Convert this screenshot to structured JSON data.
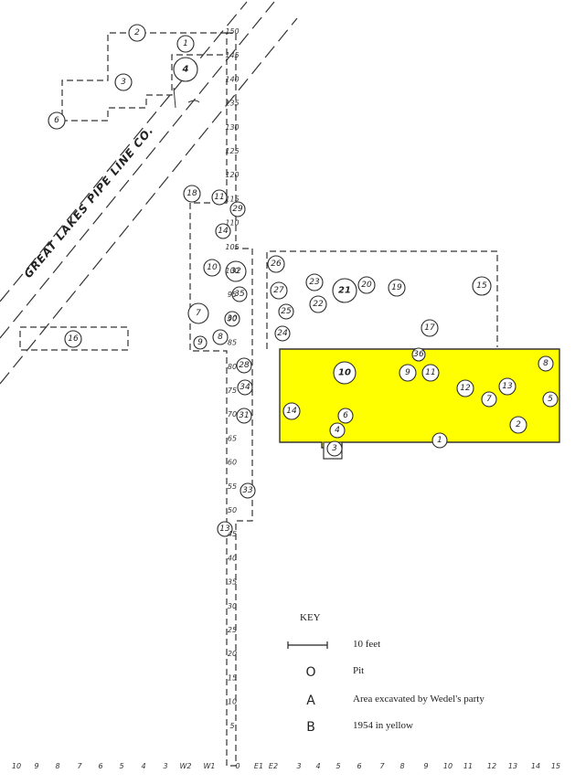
{
  "pipeline_label": "GREAT LAKES PIPE LINE CO.",
  "north_ticks": [
    "5",
    "10",
    "15",
    "20",
    "25",
    "30",
    "35",
    "40",
    "45",
    "50",
    "55",
    "60",
    "65",
    "70",
    "75",
    "80",
    "85",
    "90",
    "95",
    "100",
    "105",
    "110",
    "115",
    "120",
    "125",
    "130",
    "135",
    "140",
    "145",
    "150"
  ],
  "bottom_axis": [
    "10",
    "9",
    "8",
    "7",
    "6",
    "5",
    "4",
    "3",
    "W2",
    "W1",
    "0",
    "E1",
    "E2",
    "3",
    "4",
    "5",
    "6",
    "7",
    "8",
    "9",
    "10",
    "11",
    "12",
    "13",
    "14",
    "15"
  ],
  "pits": [
    {
      "label": "2"
    },
    {
      "label": "1"
    },
    {
      "label": "4"
    },
    {
      "label": "3"
    },
    {
      "label": "6"
    },
    {
      "label": "18"
    },
    {
      "label": "11"
    },
    {
      "label": "29"
    },
    {
      "label": "14"
    },
    {
      "label": "10"
    },
    {
      "label": "32"
    },
    {
      "label": "35"
    },
    {
      "label": "7"
    },
    {
      "label": "30"
    },
    {
      "label": "9"
    },
    {
      "label": "8"
    },
    {
      "label": "28"
    },
    {
      "label": "34"
    },
    {
      "label": "31"
    },
    {
      "label": "33"
    },
    {
      "label": "13"
    },
    {
      "label": "16"
    },
    {
      "label": "26"
    },
    {
      "label": "27"
    },
    {
      "label": "23"
    },
    {
      "label": "21"
    },
    {
      "label": "20"
    },
    {
      "label": "19"
    },
    {
      "label": "15"
    },
    {
      "label": "22"
    },
    {
      "label": "25"
    },
    {
      "label": "24"
    },
    {
      "label": "17"
    },
    {
      "label": "36"
    },
    {
      "label": "10"
    },
    {
      "label": "9"
    },
    {
      "label": "11"
    },
    {
      "label": "8"
    },
    {
      "label": "12"
    },
    {
      "label": "7"
    },
    {
      "label": "13"
    },
    {
      "label": "5"
    },
    {
      "label": "14"
    },
    {
      "label": "6"
    },
    {
      "label": "4"
    },
    {
      "label": "2"
    },
    {
      "label": "1"
    },
    {
      "label": "3"
    }
  ],
  "key": {
    "title": "KEY",
    "scale_label": "10 feet",
    "pit_symbol": "O",
    "pit_label": "Pit",
    "area_symbol": "A",
    "area_label": "Area excavated by Wedel's party",
    "year_symbol": "B",
    "year_label": "1954  in yellow"
  },
  "colors": {
    "excavated_1954": "#ffff00",
    "ink": "#2a2a2a"
  }
}
